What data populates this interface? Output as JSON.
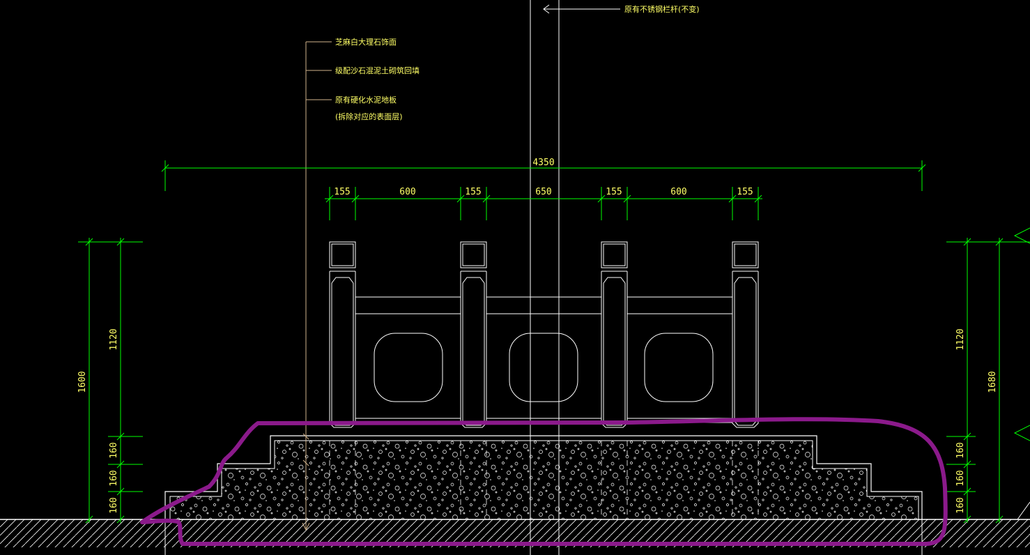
{
  "colors": {
    "background": "#000000",
    "dimension": "#00ff00",
    "text": "#ffff66",
    "outline": "#ffffff",
    "leader": "#d2b48c",
    "markup": "#8b1a8b"
  },
  "annotations": {
    "top_note": "原有不锈钢栏杆(不变)",
    "layer1": "芝麻白大理石饰面",
    "layer2": "级配沙石混泥土砌筑回填",
    "layer3": "原有硬化水泥地板",
    "layer3_sub": "(拆除对应的表面层)"
  },
  "dimensions": {
    "overall_width": "4350",
    "segments": [
      "155",
      "600",
      "155",
      "650",
      "155",
      "600",
      "155"
    ],
    "left": {
      "total": "1600",
      "upper": "1120",
      "steps": [
        "160",
        "160",
        "160"
      ]
    },
    "right": {
      "total": "1680",
      "upper": "1120",
      "steps": [
        "160",
        "160",
        "160"
      ]
    }
  }
}
